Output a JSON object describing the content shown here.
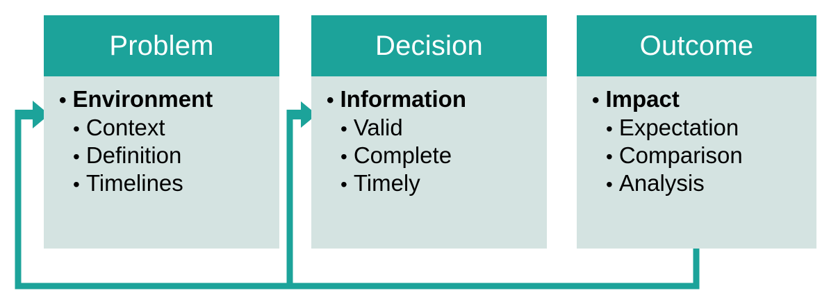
{
  "diagram": {
    "title_visible": false,
    "colors": {
      "accent_teal": "#1CA39A",
      "body_fill": "#D4E3E1",
      "header_text": "#FFFFFF",
      "body_text": "#000000",
      "background": "#FFFFFF"
    },
    "bullet_glyph": "•",
    "columns": [
      {
        "header": "Problem",
        "lead": "Environment",
        "sub_items": [
          "Context",
          "Definition",
          "Timelines"
        ]
      },
      {
        "header": "Decision",
        "lead": "Information",
        "sub_items": [
          "Valid",
          "Complete",
          "Timely"
        ]
      },
      {
        "header": "Outcome",
        "lead": "Impact",
        "sub_items": [
          "Expectation",
          "Comparison",
          "Analysis"
        ]
      }
    ],
    "connectors": [
      {
        "name": "feedback-outcome-to-problem",
        "from": "Outcome",
        "to": "Problem",
        "arrowhead": "right"
      },
      {
        "name": "feedback-outcome-to-decision",
        "from": "Outcome",
        "to": "Decision",
        "arrowhead": "right"
      }
    ]
  }
}
